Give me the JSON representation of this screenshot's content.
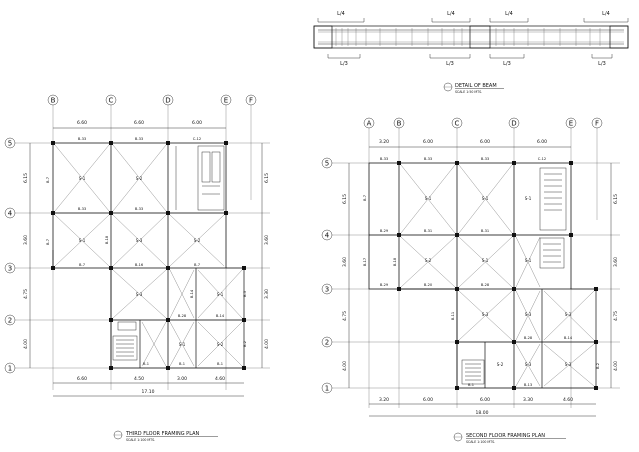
{
  "beam_detail": {
    "title": "DETAIL OF BEAM",
    "scale": "SCALE 1:50 MTS.",
    "symbol_num": "",
    "symbol_sheet": "",
    "top_labels": [
      "L/4",
      "L/4",
      "L/4",
      "L/4"
    ],
    "bottom_labels": [
      "L/3",
      "L/3",
      "L/3",
      "L/3"
    ]
  },
  "third_floor": {
    "title": "THIRD FLOOR FRAMING PLAN",
    "scale": "SCALE 1:100 MTS.",
    "grid_letters": [
      "B",
      "C",
      "D",
      "E",
      "F"
    ],
    "grid_numbers": [
      "5",
      "4",
      "3",
      "2",
      "1"
    ],
    "top_dims": [
      "6.60",
      "6.60",
      "6.00"
    ],
    "bottom_dims": [
      "6.60",
      "4.50",
      "3.00",
      "4.60"
    ],
    "overall_dim": "17.10",
    "left_dims": [
      "6.15",
      "3.60",
      "4.75",
      "4.00"
    ],
    "right_dims": [
      "6.15",
      "3.60",
      "3.30",
      "4.00"
    ],
    "beam_labels": [
      "B-33",
      "B-33",
      "C-12",
      "B-33",
      "B-33",
      "B-7",
      "B-7",
      "B-18",
      "B-16",
      "B-7",
      "B-7",
      "B-14",
      "B-28",
      "B-14",
      "B-1",
      "B-1",
      "B-2",
      "B-3",
      "B-1"
    ],
    "slab_labels": [
      "S-1",
      "S-2",
      "S-1",
      "S-3",
      "S-2",
      "S-3",
      "S-1",
      "S-1",
      "S-2"
    ]
  },
  "second_floor": {
    "title": "SECOND FLOOR FRAMING PLAN",
    "scale": "SCALE 1:100 MTS.",
    "grid_letters": [
      "A",
      "B",
      "C",
      "D",
      "E",
      "F"
    ],
    "grid_numbers": [
      "5",
      "4",
      "3",
      "2",
      "1"
    ],
    "top_dims": [
      "3.20",
      "6.00",
      "6.00",
      "6.00"
    ],
    "bottom_dims": [
      "3.20",
      "6.00",
      "6.00",
      "3.30",
      "4.60"
    ],
    "overall_dim": "18.00",
    "left_dims": [
      "6.15",
      "3.60",
      "4.75",
      "4.00"
    ],
    "right_dims": [
      "6.15",
      "3.60",
      "4.75",
      "4.00"
    ],
    "beam_labels": [
      "B-33",
      "B-33",
      "B-33",
      "C-12",
      "B-29",
      "B-31",
      "B-31",
      "B-29",
      "B-20",
      "B-28",
      "B-11",
      "B-28",
      "B-14",
      "B-1",
      "B-2",
      "B-18",
      "B-7",
      "B-13",
      "B-17"
    ],
    "slab_labels": [
      "S-1",
      "S-1",
      "S-1",
      "S-2",
      "S-1",
      "S-1",
      "S-3",
      "S-3",
      "S-3",
      "S-2",
      "S-3",
      "S-3"
    ]
  }
}
